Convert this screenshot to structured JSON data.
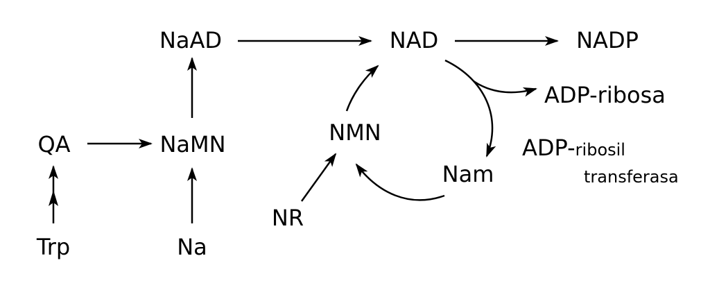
{
  "colors": {
    "ink": "#000000",
    "background": "#ffffff"
  },
  "nodes": {
    "naad": "NaAD",
    "nad": "NAD",
    "nadp": "NADP",
    "adp_ribosa": "ADP-ribosa",
    "qa": "QA",
    "namn": "NaMN",
    "nmn": "NMN",
    "trp": "Trp",
    "na": "Na",
    "nr": "NR",
    "nam": "Nam"
  },
  "enzyme": {
    "prefix": "ADP-",
    "line1": "ribosil",
    "line2": "transferasa"
  }
}
